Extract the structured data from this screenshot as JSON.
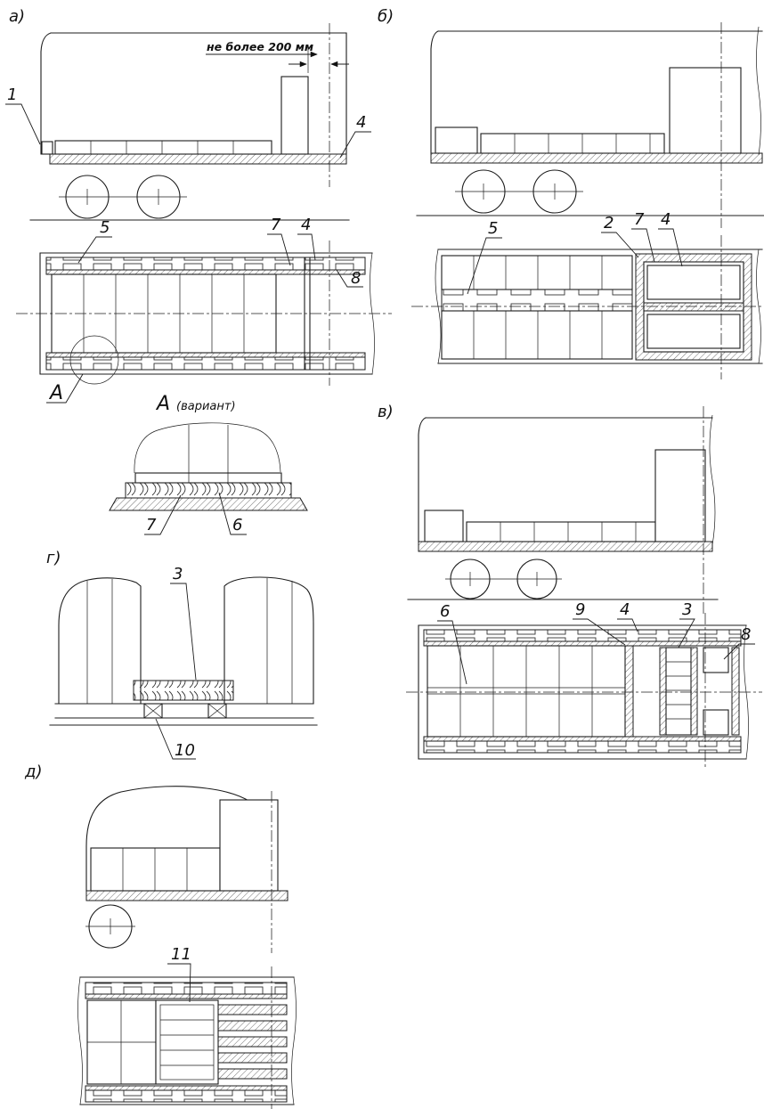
{
  "panels": {
    "a": "а)",
    "b": "б)",
    "v": "в)",
    "g": "г)",
    "d": "д)"
  },
  "dimension_note": "не более 200 мм",
  "detail": {
    "marker": "А",
    "title": "А",
    "variant": "(вариант)"
  },
  "callouts": {
    "c1": "1",
    "c2": "2",
    "c3": "3",
    "c4": "4",
    "c5": "5",
    "c6": "6",
    "c7": "7",
    "c8": "8",
    "c9": "9",
    "c10": "10",
    "c11": "11"
  },
  "colors": {
    "line": "#1c1c1c",
    "background": "#ffffff"
  }
}
